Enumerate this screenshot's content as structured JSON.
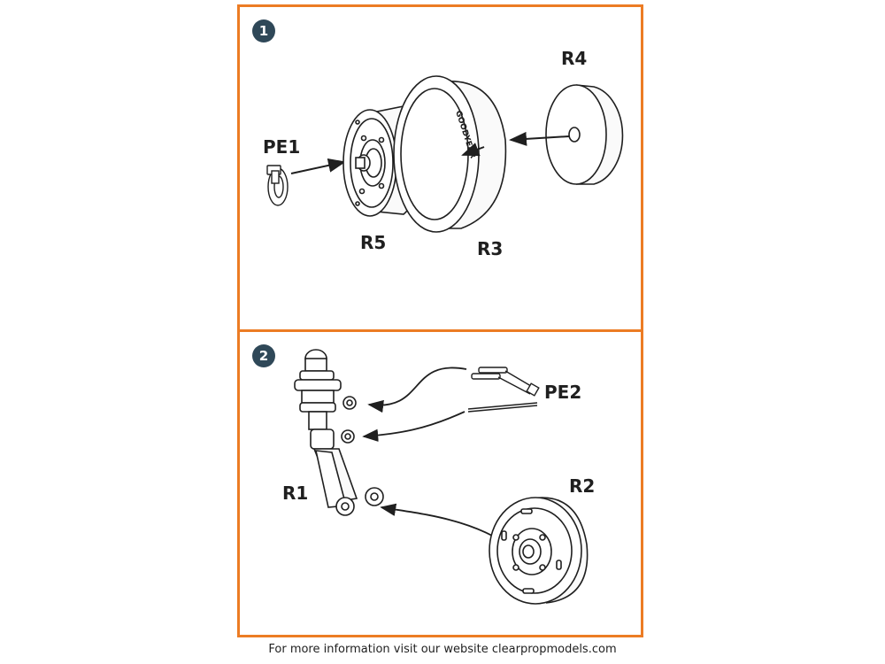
{
  "steps": [
    {
      "number": "1",
      "labels": {
        "pe1": "PE1",
        "r5": "R5",
        "r3": "R3",
        "r4": "R4"
      },
      "tire_text": "GOODYEAR"
    },
    {
      "number": "2",
      "labels": {
        "pe2": "PE2",
        "r1": "R1",
        "r2": "R2"
      }
    }
  ],
  "footer": "For more information visit our website clearpropmodels.com",
  "colors": {
    "frame": "#ec7c24",
    "badge": "#2f4858",
    "ink": "#1f1f1f"
  }
}
